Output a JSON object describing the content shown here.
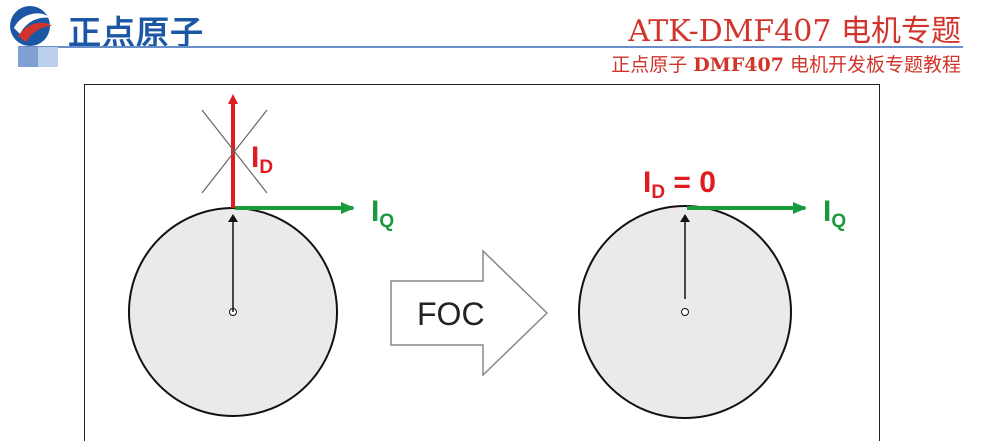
{
  "header": {
    "brand": "正点原子",
    "title": "ATK-DMF407 电机专题",
    "subtitle_prefix": "正点原子 ",
    "subtitle_bold": "DMF407",
    "subtitle_suffix": " 电机开发板专题教程"
  },
  "figure": {
    "left_panel": {
      "id_label": "I",
      "id_sub": "D",
      "iq_label": "I",
      "iq_sub": "Q"
    },
    "arrow_label": "FOC",
    "right_panel": {
      "id_label": "I",
      "id_sub": "D",
      "id_value": " = 0",
      "iq_label": "I",
      "iq_sub": "Q"
    },
    "colors": {
      "id_red": "#e11b22",
      "iq_green": "#1a9a3a",
      "rotor_fill": "#eaeaea"
    }
  }
}
